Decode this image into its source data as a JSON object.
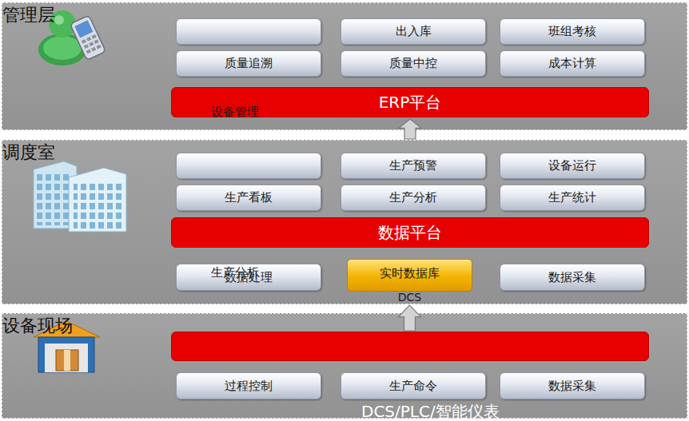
{
  "diagram": {
    "nodes": [
      {
        "text": [
          "管理层"
        ]
      },
      {
        "text": [
          "设备管理"
        ],
        "in": 0
      },
      {
        "text": [
          "出入库"
        ],
        "in": 0
      },
      {
        "text": [
          "班组考核"
        ],
        "in": 0
      },
      {
        "text": [
          "质量追溯"
        ],
        "in": 0
      },
      {
        "text": [
          "质量中控"
        ],
        "in": 0
      },
      {
        "text": [
          "成本计算"
        ],
        "in": 0
      },
      {
        "text": [
          "ERP平台"
        ],
        "in": 0
      },
      {
        "text": [
          "调度室"
        ]
      },
      {
        "text": [
          "生产分析"
        ],
        "in": 8
      },
      {
        "text": [
          "生产预警"
        ],
        "in": 8
      },
      {
        "text": [
          "设备运行"
        ],
        "in": 8
      },
      {
        "text": [
          "生产看板"
        ],
        "in": 8
      },
      {
        "text": [
          "生产分析"
        ],
        "in": 8
      },
      {
        "text": [
          "生产统计"
        ],
        "in": 8
      },
      {
        "text": [
          "数据平台"
        ],
        "in": 8
      },
      {
        "text": [
          "数据处理"
        ],
        "in": 8
      },
      {
        "text": [
          "实时数据库",
          "DCS"
        ],
        "in": 8
      },
      {
        "text": [
          "数据采集"
        ],
        "in": 8
      },
      {
        "text": [
          "设备现场"
        ]
      },
      {
        "text": [
          "DCS/PLC/智能仪表"
        ],
        "in": 19
      },
      {
        "text": [
          "过程控制"
        ],
        "in": 19
      },
      {
        "text": [
          "生产命令"
        ],
        "in": 19
      },
      {
        "text": [
          "数据采集"
        ],
        "in": 19
      }
    ],
    "edges": [
      {
        "from": 8,
        "to": 7,
        "arrow": "to"
      },
      {
        "from": 20,
        "to": 17,
        "arrow": "to"
      }
    ]
  }
}
